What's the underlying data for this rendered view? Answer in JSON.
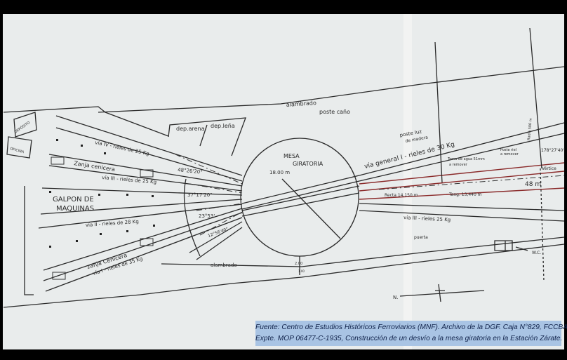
{
  "plan": {
    "labels": {
      "deposito": "DEPÓSITO",
      "oficina": "OFICINA",
      "dep_arena": "dep.arena",
      "dep_lena": "dep.leña",
      "alambrado_top": "alambrado",
      "poste_cano": "poste caño",
      "via_iv": "vía IV - rieles de 25 Kg",
      "zanja_top": "Zanja cenicera",
      "via_iii": "vía III - rieles de 25 Kg",
      "galpon": "GALPON DE",
      "maquinas": "MAQUINAS",
      "via_ii": "vía II - rieles de 28 Kg",
      "zanja_bottom": "zanja Cenicera",
      "via_i": "vía I - rieles de 35 Kg",
      "angle_1": "48°26'20\"",
      "angle_2": "37°17'20\"",
      "angle_3": "23°53'",
      "angle_4": "12°56'40\"",
      "alambrado_bottom": "alambrado",
      "mesa": "MESA",
      "giratoria": "GIRATORIA",
      "diameter": "18.00 m",
      "dim_2m": "2.00",
      "dim_1m": "1.00",
      "poste_luz": "poste luz",
      "madera": "de madera",
      "via_general": "vía general I - rieles de 30 Kg",
      "toma_agua": "Toma de agua 51mm",
      "a_remover_1": "a remover",
      "poste_riel": "Poste riel",
      "a_remover_2": "a remover",
      "radio": "Radio 500 m",
      "angle_5": "178°27'40\"",
      "vertice": "Vértice",
      "dim_48": "48 m",
      "recta": "Recta 14,150 m",
      "tang": "Tang. 13,440 m",
      "via_iii_right": "vía III - rieles 25 Kg",
      "puerta": "puerta",
      "wc": "W.C.",
      "north": "N."
    }
  },
  "caption": {
    "line1": "Fuente: Centro de Estudios Históricos Ferroviarios (MNF). Archivo de la DGF.  Caja N°829, FCCBA.",
    "line2": "Expte. MOP 06477-C-1935, Construcción de un desvío a la mesa giratoria en la Estación Zárate."
  },
  "colors": {
    "paper": "#e9ecec",
    "ink": "#2b2b2b",
    "red_ink": "#8a2a2a",
    "caption_bg": "#a9c4e4",
    "caption_text": "#10224a"
  }
}
